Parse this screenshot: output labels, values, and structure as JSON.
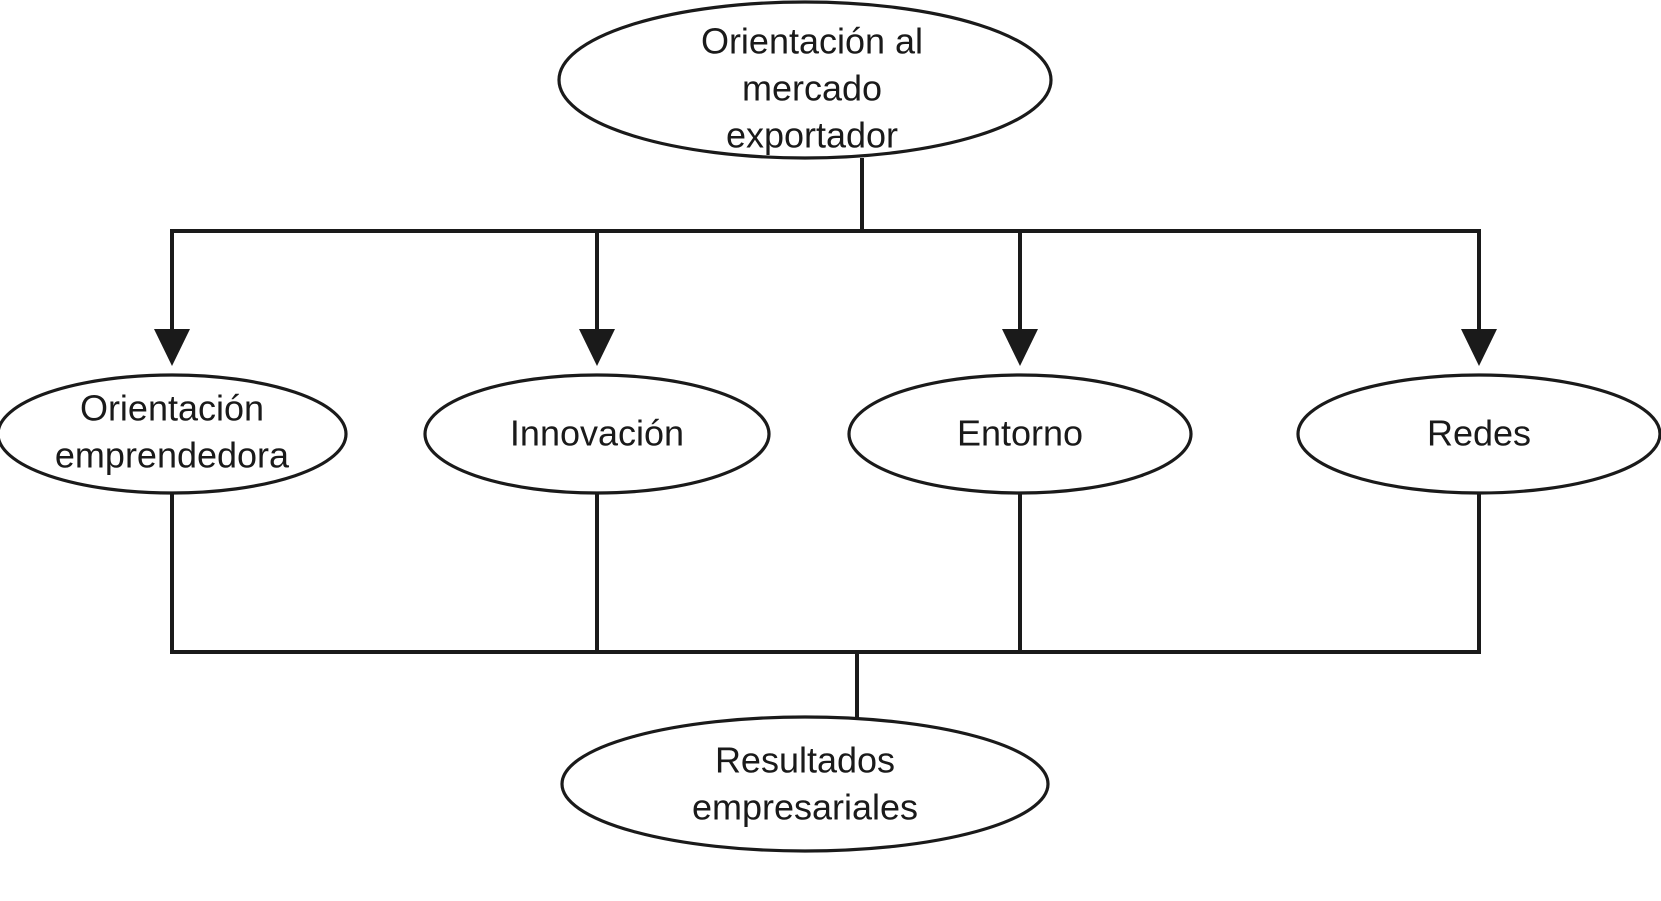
{
  "diagram": {
    "title_node": {
      "id": "orientacion-al-mercado-exportador",
      "lines": [
        "Orientación al",
        "mercado",
        "exportador"
      ],
      "line1": "Orientación al",
      "line2": "mercado",
      "line3": "exportador"
    },
    "middle_nodes": [
      {
        "id": "orientacion-emprendedora",
        "line1": "Orientación",
        "line2": "emprendedora"
      },
      {
        "id": "innovacion",
        "line1": "Innovación",
        "line2": ""
      },
      {
        "id": "entorno",
        "line1": "Entorno",
        "line2": ""
      },
      {
        "id": "redes",
        "line1": "Redes",
        "line2": ""
      }
    ],
    "outcome_node": {
      "id": "resultados-empresariales",
      "line1": "Resultados",
      "line2": "empresariales"
    },
    "colors": {
      "stroke": "#1a1a1a",
      "fill": "#ffffff",
      "text": "#1a1a1a",
      "background": "#ffffff"
    }
  }
}
